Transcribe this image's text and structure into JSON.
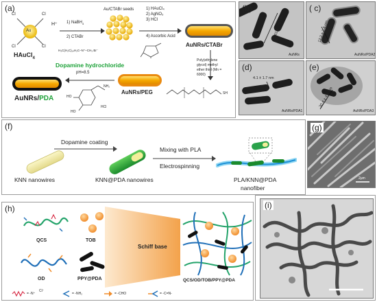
{
  "panel_a": {
    "letter": "(a)",
    "haucl4": "HAuCl",
    "haucl4_sub": "4",
    "au": "Au",
    "cl": "Cl",
    "h_plus": "H⁺",
    "step1": "1) NaBH",
    "step1_sub": "4",
    "step2": "2) CTABr",
    "ctabr_formula": "H₃C(H₂C)₁₄H₂C–N⁺–CH₃  Br⁻",
    "seeds": "Au/CTABr seeds",
    "growth": [
      "1) HAuCl₄",
      "2) AgNO₃",
      "3) HCl",
      "4) Ascorbic Acid"
    ],
    "aunrs_ctabr": "AuNRs/CTABr",
    "peg_reagent": [
      "Poly(ethylene",
      "glycol) methyl",
      "ether thiol (Mn =",
      "6000)"
    ],
    "dopamine": "Dopamine hydrochloride",
    "ph": "pH=8.5",
    "aunrs_peg": "AuNRs/PEG",
    "aunrs_pda_prefix": "AuNRs/",
    "aunrs_pda_suffix": "PDA",
    "hcl": "HCl",
    "nh2": "NH₂",
    "ho": "HO",
    "oh": "OH",
    "sh": "SH"
  },
  "panel_b": {
    "letter": "(b)",
    "scale": "61.6 ± 9.3 nm",
    "caption": "AuNRs"
  },
  "panel_c": {
    "letter": "( c)",
    "scale": "12.2 ± 2.6 nm",
    "caption": "AuNRs/PDA2"
  },
  "panel_d": {
    "letter": "(d)",
    "scale": "4.1 ± 1.7 nm",
    "caption": "AuNRs/PDA1"
  },
  "panel_e": {
    "letter": "(e)",
    "scale": "30.4 ± 4.9 nm",
    "caption": "AuNRs/PDA3"
  },
  "panel_f": {
    "letter": "(f)",
    "step1": "Dopamine coating",
    "step2a": "Mixing with PLA",
    "step2b": "Electrospinning",
    "knn": "KNN nanowires",
    "knn_pda": "KNN@PDA nanowires",
    "fiber": [
      "PLA/KNN@PDA",
      "nanofiber"
    ]
  },
  "panel_g": {
    "letter": "(g)",
    "scale": "2μm"
  },
  "panel_h": {
    "letter": "(h)",
    "qcs": "QCS",
    "tob": "TOB",
    "od": "OD",
    "ppy": "PPY@PDA",
    "schiff": "Schiff base",
    "product": "QCS/OD/TOB/PPY@PDA",
    "legend": [
      "= -N⁺",
      "Cl⁻",
      "= -NH₂",
      "= -CHO",
      "= -C=N-"
    ]
  },
  "panel_i": {
    "letter": "(i)"
  },
  "colors": {
    "gold": "#f5b51a",
    "pda_green": "#1fa23a",
    "peg_orange": "#e58a10",
    "fiber_blue": "#1b8fd6",
    "qcs_green": "#23a36a",
    "od_blue": "#1f6fb8",
    "tob_orange": "#f08c2a",
    "pink": "#d8314a",
    "tem_gray": "#b9b9b9"
  }
}
